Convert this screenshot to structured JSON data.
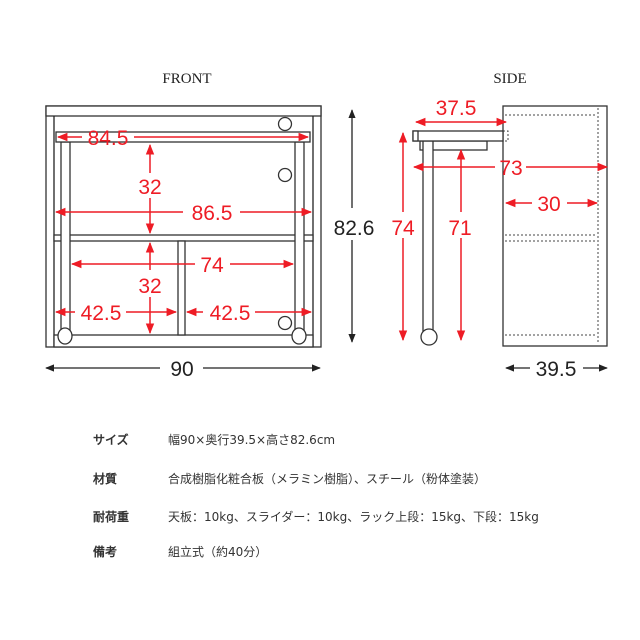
{
  "front": {
    "title": "FRONT",
    "dims": {
      "slider_width": "84.5",
      "upper_height": "32",
      "inner_width": "86.5",
      "total_height": "82.6",
      "shelf_width": "74",
      "lower_height": "32",
      "left_bay": "42.5",
      "right_bay": "42.5",
      "total_width": "90"
    }
  },
  "side": {
    "title": "SIDE",
    "dims": {
      "slider_depth": "37.5",
      "slider_height": "74",
      "under_height": "71",
      "reach": "73",
      "inner_depth": "30",
      "total_depth": "39.5"
    }
  },
  "specs": [
    {
      "label": "サイズ",
      "value": "幅90×奥行39.5×高さ82.6cm"
    },
    {
      "label": "材質",
      "value": "合成樹脂化粧合板（メラミン樹脂）、スチール（粉体塗装）"
    },
    {
      "label": "耐荷重",
      "value": "天板：10kg、スライダー：10kg、ラック上段：15kg、下段：15kg"
    },
    {
      "label": "備考",
      "value": "組立式（約40分）"
    }
  ],
  "colors": {
    "dimension": "#ee1c25",
    "line": "#333333"
  }
}
